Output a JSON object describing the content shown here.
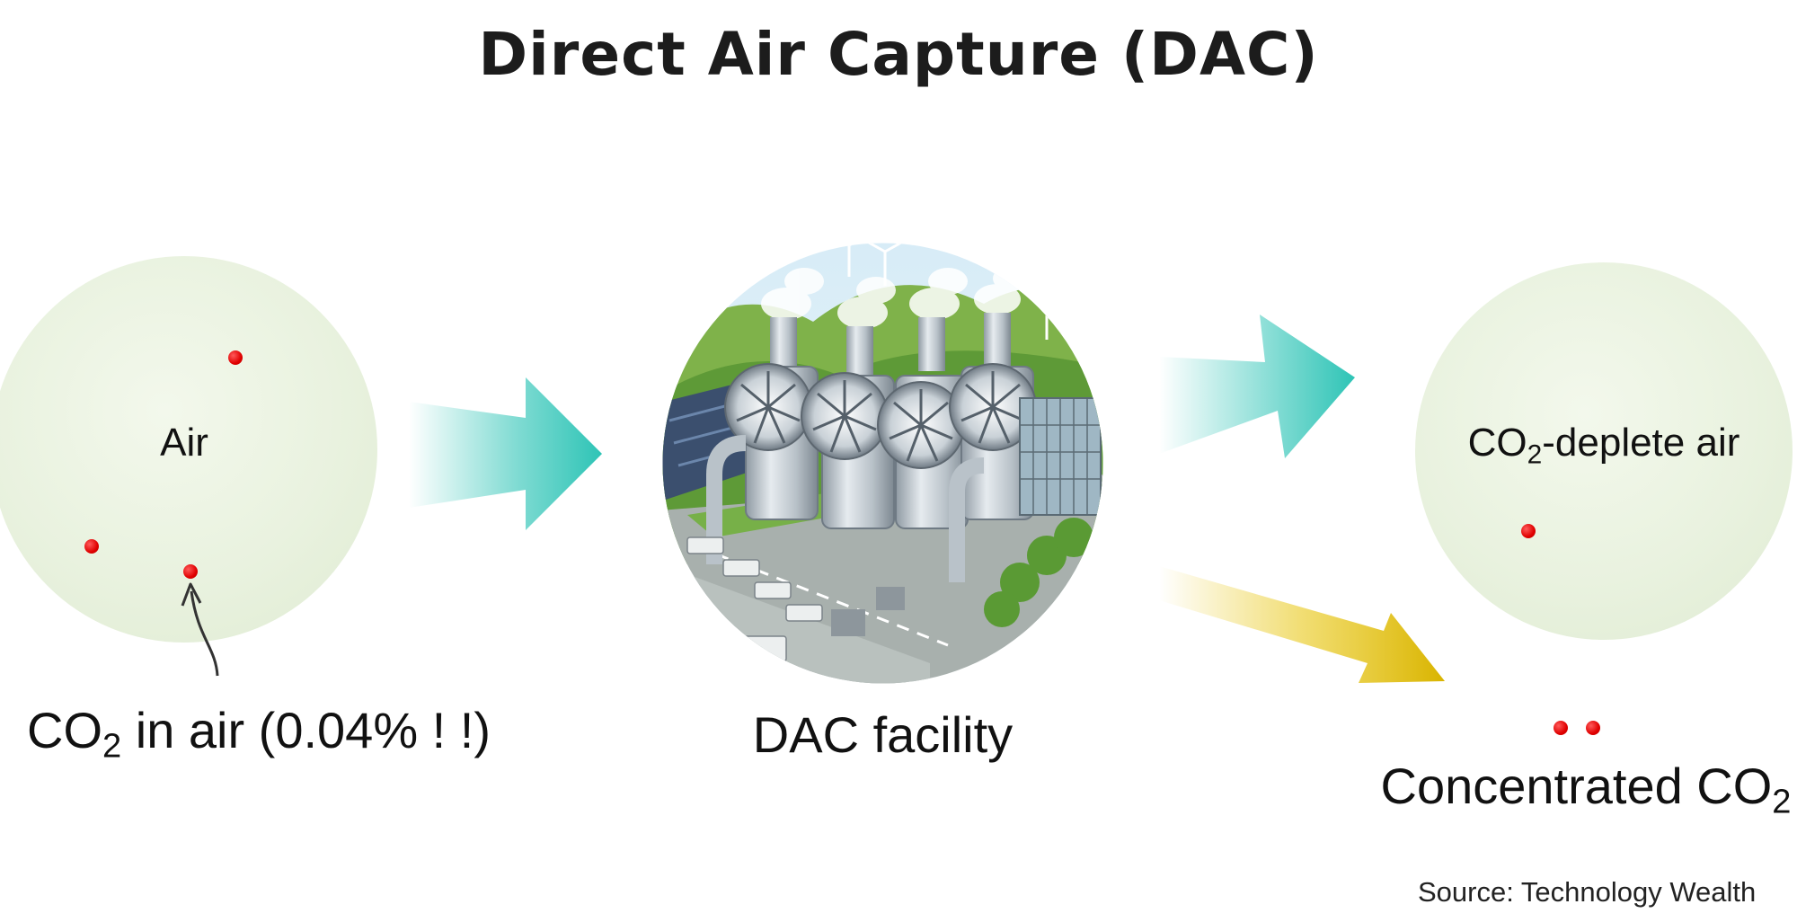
{
  "title": "Direct Air Capture (DAC)",
  "nodes": {
    "air": {
      "label": "Air"
    },
    "facility": {
      "label": "DAC facility"
    },
    "depleted": {
      "label_prefix": "CO",
      "label_sub": "2",
      "label_suffix": "-deplete air"
    },
    "concentrated": {
      "label_prefix": "Concentrated CO",
      "label_sub": "2"
    }
  },
  "annotation": {
    "prefix": "CO",
    "sub": "2",
    "suffix": " in air (0.04% ! !)"
  },
  "source": "Source: Technology Wealth",
  "colors": {
    "circle_fill": "#e9f2df",
    "co2_dot": "#e00000",
    "arrow_air": "#2ec4b6",
    "arrow_co2": "#e6c200"
  },
  "icons": [
    "co2-molecule-dot",
    "flow-arrow",
    "dac-facility-illustration"
  ]
}
